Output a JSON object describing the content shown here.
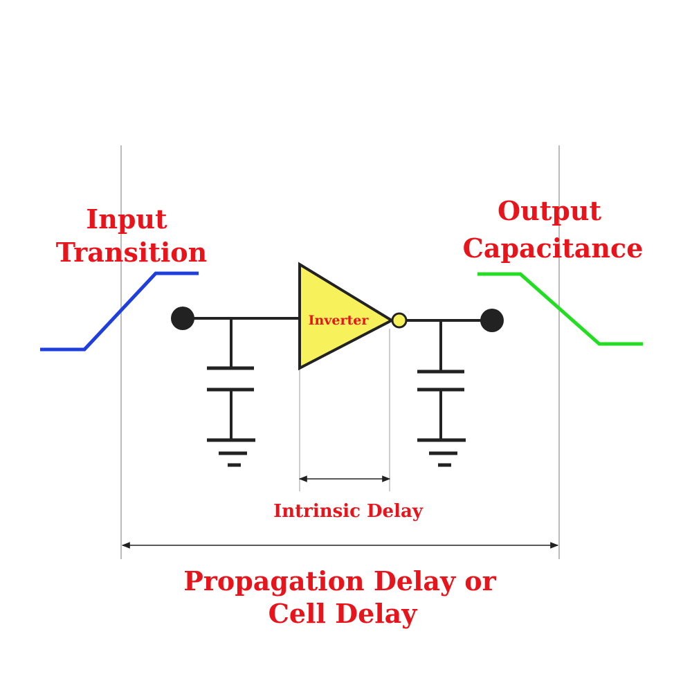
{
  "labels": {
    "input_transition_line1": "Input",
    "input_transition_line2": "Transition",
    "output_capacitance_line1": "Output",
    "output_capacitance_line2": "Capacitance",
    "inverter": "Inverter",
    "intrinsic_delay": "Intrinsic Delay",
    "propagation_delay_line1": "Propagation Delay or",
    "propagation_delay_line2": "Cell Delay"
  },
  "colors": {
    "label_text": "#e8141c",
    "input_waveform": "#1f3fdc",
    "output_waveform": "#22dd22",
    "inverter_fill": "#f7f25c",
    "wire": "#222222",
    "guide_line": "#bbbbbb"
  }
}
